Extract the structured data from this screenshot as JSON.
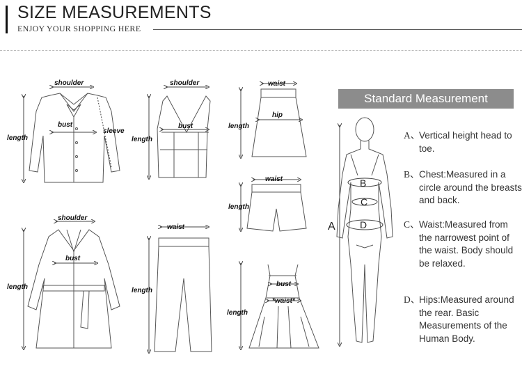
{
  "header": {
    "title": "SIZE MEASUREMENTS",
    "subtitle": "ENJOY YOUR SHOPPING HERE"
  },
  "garments": {
    "shirt": {
      "shoulder": "shoulder",
      "bust": "bust",
      "length": "length",
      "sleeve": "sleeve"
    },
    "vest": {
      "shoulder": "shoulder",
      "bust": "bust",
      "length": "length"
    },
    "skirt": {
      "waist": "waist",
      "hip": "hip",
      "length": "length"
    },
    "shorts": {
      "waist": "waist",
      "length": "length"
    },
    "coat": {
      "shoulder": "shoulder",
      "bust": "bust",
      "length": "length"
    },
    "pants": {
      "waist": "waist",
      "length": "length"
    },
    "dress": {
      "bust": "bust",
      "waist": "*waist*",
      "length": "length"
    }
  },
  "standard": {
    "title": "Standard Measurement",
    "figure_labels": {
      "A": "A",
      "B": "B",
      "C": "C",
      "D": "D"
    },
    "items": [
      {
        "key": "A、",
        "text": "Vertical height head to toe."
      },
      {
        "key": "B、",
        "text": "Chest:Measured in a circle around the breasts and back."
      },
      {
        "key": "C、",
        "text": "Waist:Measured from the narrowest point of the waist. Body should be relaxed."
      },
      {
        "key": "D、",
        "text": "Hips:Measured around the rear. Basic Measurements of the Human Body."
      }
    ]
  }
}
